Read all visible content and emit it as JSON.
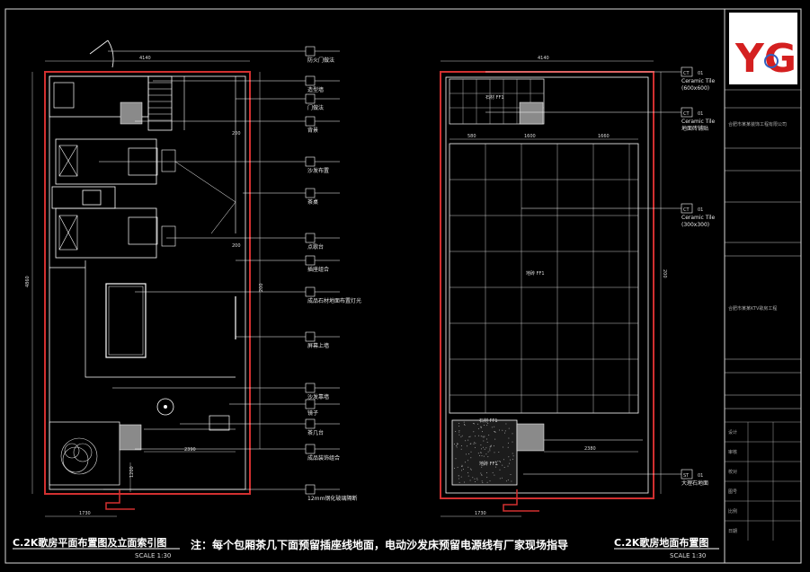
{
  "drawing": {
    "left_title": "C.2K歌房平面布置图及立面索引图",
    "right_title": "C.2K歌房地面布置图",
    "scale": "SCALE    1:30",
    "note": "注：每个包厢茶几下面预留插座线地面，电动沙发床预留电源线有厂家现场指导",
    "left_labels": [
      "防火门做法",
      "造型墙",
      "门做法",
      "背景",
      "沙发布置",
      "茶桌",
      "点歌台",
      "插座组合",
      "成品石材地面布置灯光",
      "屏幕上墙",
      "沙发靠墙",
      "镜子",
      "茶几台",
      "成品装饰组合",
      "12mm钢化玻璃隔断"
    ],
    "left_dims": [
      "4140",
      "4860",
      "200",
      "2390",
      "1200",
      "200",
      "1730",
      "200"
    ],
    "right_labels": [
      {
        "code": "CT",
        "num": "01",
        "sub1": "Ceramic Tile",
        "sub2": "(600x600)"
      },
      {
        "code": "CT",
        "num": "01",
        "sub1": "Ceramic Tile",
        "sub2": "地面砖铺贴"
      },
      {
        "code": "CT",
        "num": "01",
        "sub1": "Ceramic Tile",
        "sub2": "(300x300)"
      },
      {
        "code": "ST",
        "num": "01",
        "sub1": "大理石地面",
        "sub2": ""
      }
    ],
    "right_tags": [
      "石材 FF1",
      "地砖 FF1",
      "石材 FF1",
      "地砖 FF1"
    ],
    "right_dims": [
      "4140",
      "580",
      "1600",
      "1660",
      "2380",
      "1730",
      "200"
    ],
    "title_block": {
      "logo_letters": "YG",
      "company": "合肥市某某装饰工程有限公司",
      "project": "合肥市某某KTV歌房工程",
      "rows": [
        "设计",
        "审核",
        "校对",
        "图号",
        "比例",
        "日期"
      ]
    },
    "colors": {
      "line": "#ffffff",
      "wall": "#d23030",
      "grid": "#c8c8c8",
      "accent": "#e02020"
    }
  }
}
